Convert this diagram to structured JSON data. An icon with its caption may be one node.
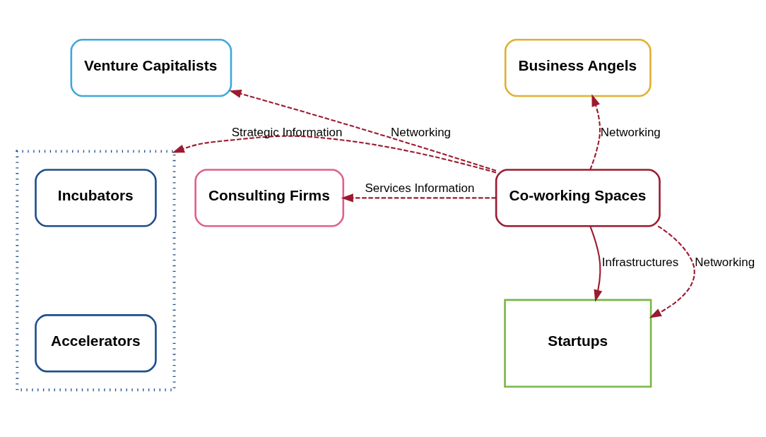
{
  "diagram": {
    "nodes": [
      {
        "text": [
          "Venture Capitalists"
        ]
      },
      {
        "text": [
          "Business Angels"
        ]
      },
      {
        "text": [
          "Consulting Firms"
        ]
      },
      {
        "text": [
          "Co-working Spaces"
        ]
      },
      {
        "text": [],
        "shape": "box"
      },
      {
        "text": [
          "Incubators"
        ],
        "in": 4
      },
      {
        "text": [
          "Accelerators"
        ],
        "in": 4
      },
      {
        "text": [
          "Startups"
        ]
      }
    ],
    "edges": [
      {
        "from": 3,
        "to": 0,
        "arrow": "to",
        "label": "Networking",
        "style": "dashed"
      },
      {
        "from": 3,
        "to": 1,
        "arrow": "to",
        "label": "Networking",
        "style": "dashed"
      },
      {
        "from": 3,
        "to": 2,
        "arrow": "to",
        "label": "Services Information",
        "style": "dashed"
      },
      {
        "from": 3,
        "to": 4,
        "arrow": "to",
        "label": "Strategic Information",
        "style": "dashed"
      },
      {
        "from": 3,
        "to": 7,
        "arrow": "to",
        "label": "Infrastructures"
      },
      {
        "from": 3,
        "to": 7,
        "arrow": "to",
        "label": "Networking",
        "style": "dashed"
      }
    ]
  }
}
